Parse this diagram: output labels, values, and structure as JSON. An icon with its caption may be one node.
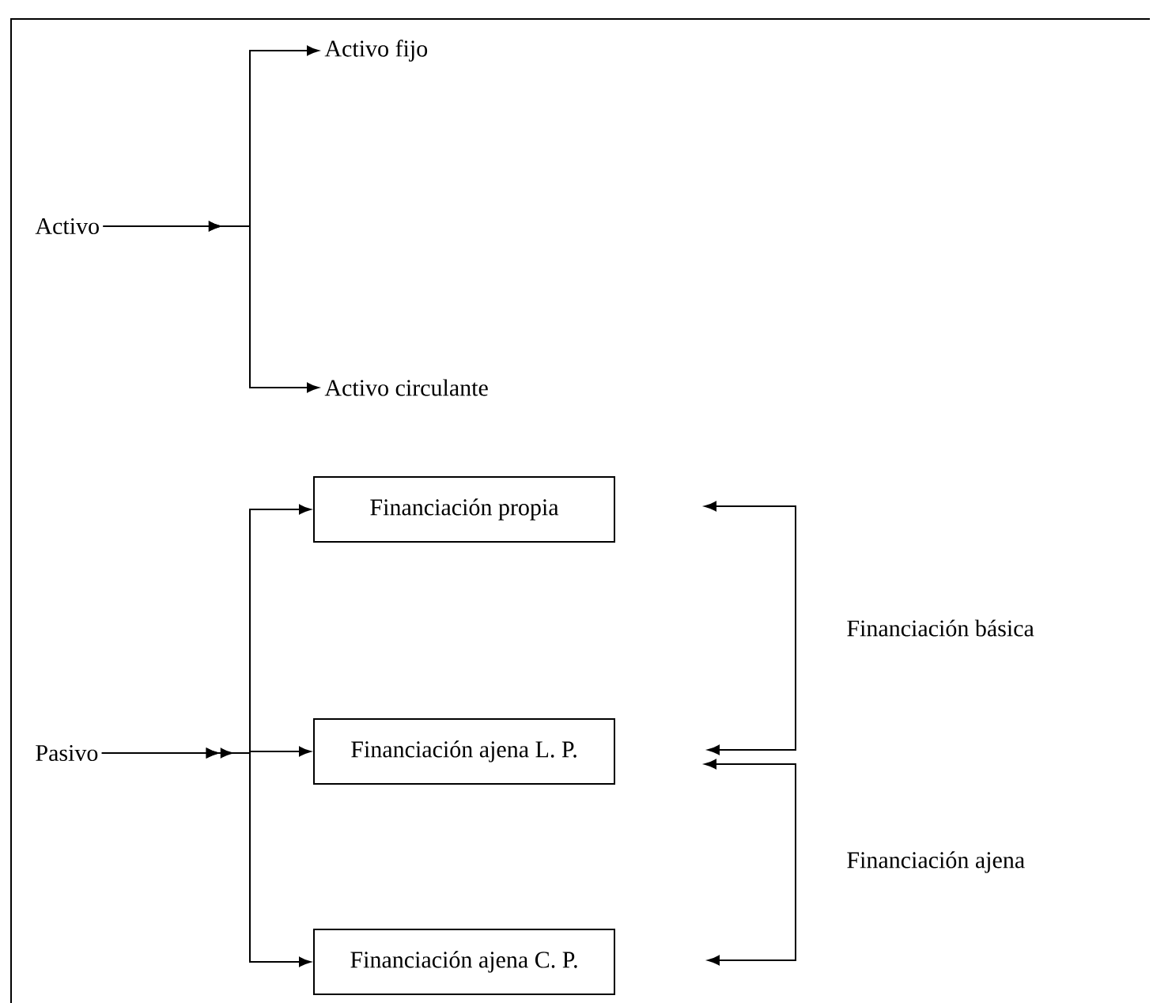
{
  "diagram": {
    "nodes": [
      {
        "text": [
          "Activo"
        ]
      },
      {
        "text": [
          "Activo fijo"
        ]
      },
      {
        "text": [
          "Activo circulante"
        ]
      },
      {
        "text": [
          "Pasivo"
        ]
      },
      {
        "text": [
          "Financiación propia"
        ]
      },
      {
        "text": [
          "Financiación ajena L. P."
        ]
      },
      {
        "text": [
          "Financiación ajena C. P."
        ]
      }
    ],
    "edges": [
      {
        "from": 0,
        "to": 1,
        "arrow": "to"
      },
      {
        "from": 0,
        "to": 2,
        "arrow": "to"
      },
      {
        "from": 3,
        "to": 4,
        "arrow": "to"
      },
      {
        "from": 3,
        "to": 5,
        "arrow": "to"
      },
      {
        "from": 3,
        "to": 6,
        "arrow": "to"
      },
      {
        "from": 4,
        "to": 5,
        "arrow": "both",
        "label": "Financiación básica"
      },
      {
        "from": 5,
        "to": 6,
        "arrow": "both",
        "label": "Financiación ajena"
      }
    ]
  }
}
